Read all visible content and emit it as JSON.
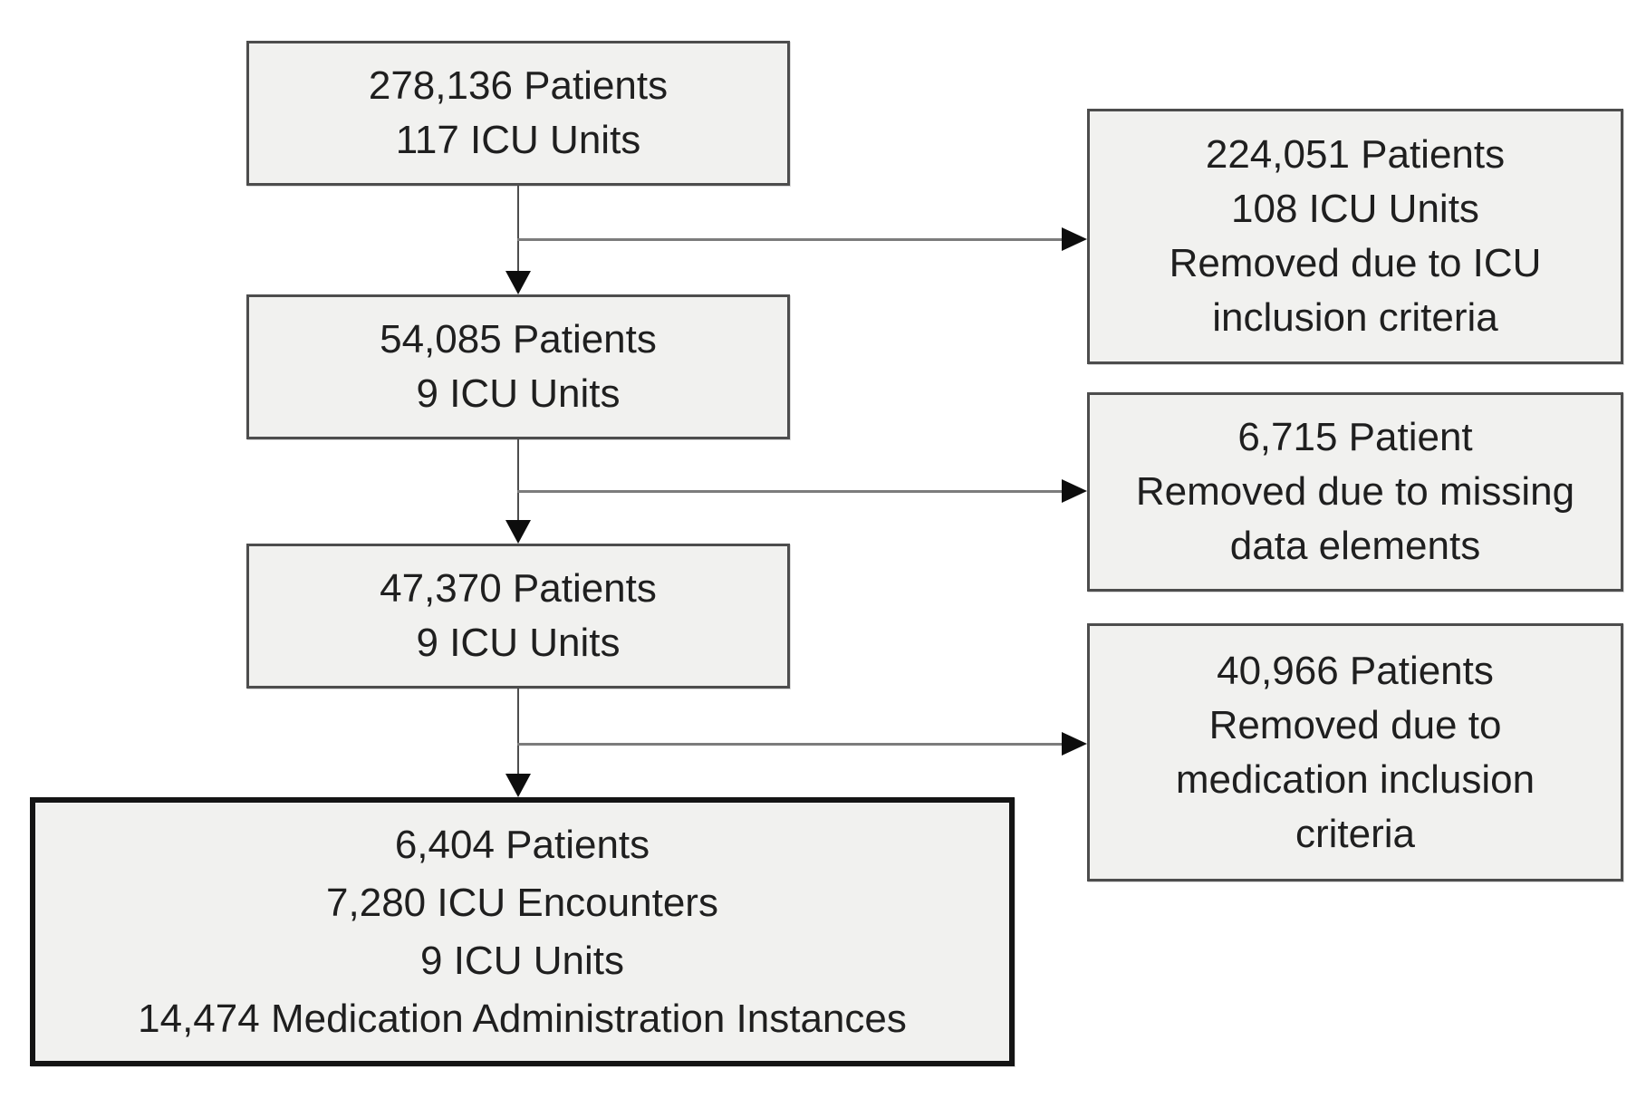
{
  "figure": {
    "type": "flowchart",
    "description": "Patient cohort selection flow diagram",
    "background_color": "#ffffff",
    "box_fill_color": "#f1f1ef",
    "box_border_color": "#4d4d4d",
    "final_box_border_color": "#141414",
    "text_color": "#1f1f1f",
    "arrow_color": "#0d0d0d"
  },
  "flow": {
    "main_boxes": [
      {
        "id": "cohort-1",
        "lines": [
          "278,136 Patients",
          "117 ICU Units"
        ]
      },
      {
        "id": "cohort-2",
        "lines": [
          "54,085 Patients",
          "9 ICU Units"
        ]
      },
      {
        "id": "cohort-3",
        "lines": [
          "47,370 Patients",
          "9 ICU Units"
        ]
      },
      {
        "id": "cohort-final",
        "lines": [
          "6,404 Patients",
          "7,280 ICU Encounters",
          "9 ICU Units",
          "14,474 Medication Administration Instances"
        ]
      }
    ],
    "exclusion_boxes": [
      {
        "id": "exclusion-1",
        "lines": [
          "224,051 Patients",
          "108 ICU Units",
          "Removed due to ICU",
          "inclusion criteria"
        ]
      },
      {
        "id": "exclusion-2",
        "lines": [
          "6,715 Patient",
          "Removed due to missing",
          "data elements"
        ]
      },
      {
        "id": "exclusion-3",
        "lines": [
          "40,966 Patients",
          "Removed due to",
          "medication inclusion",
          "criteria"
        ]
      }
    ],
    "edges": [
      {
        "from": "cohort-1",
        "to": "cohort-2",
        "type": "down-arrow"
      },
      {
        "from": "cohort-1",
        "to": "exclusion-1",
        "type": "right-arrow"
      },
      {
        "from": "cohort-2",
        "to": "cohort-3",
        "type": "down-arrow"
      },
      {
        "from": "cohort-2",
        "to": "exclusion-2",
        "type": "right-arrow"
      },
      {
        "from": "cohort-3",
        "to": "cohort-final",
        "type": "down-arrow"
      },
      {
        "from": "cohort-3",
        "to": "exclusion-3",
        "type": "right-arrow"
      }
    ]
  }
}
